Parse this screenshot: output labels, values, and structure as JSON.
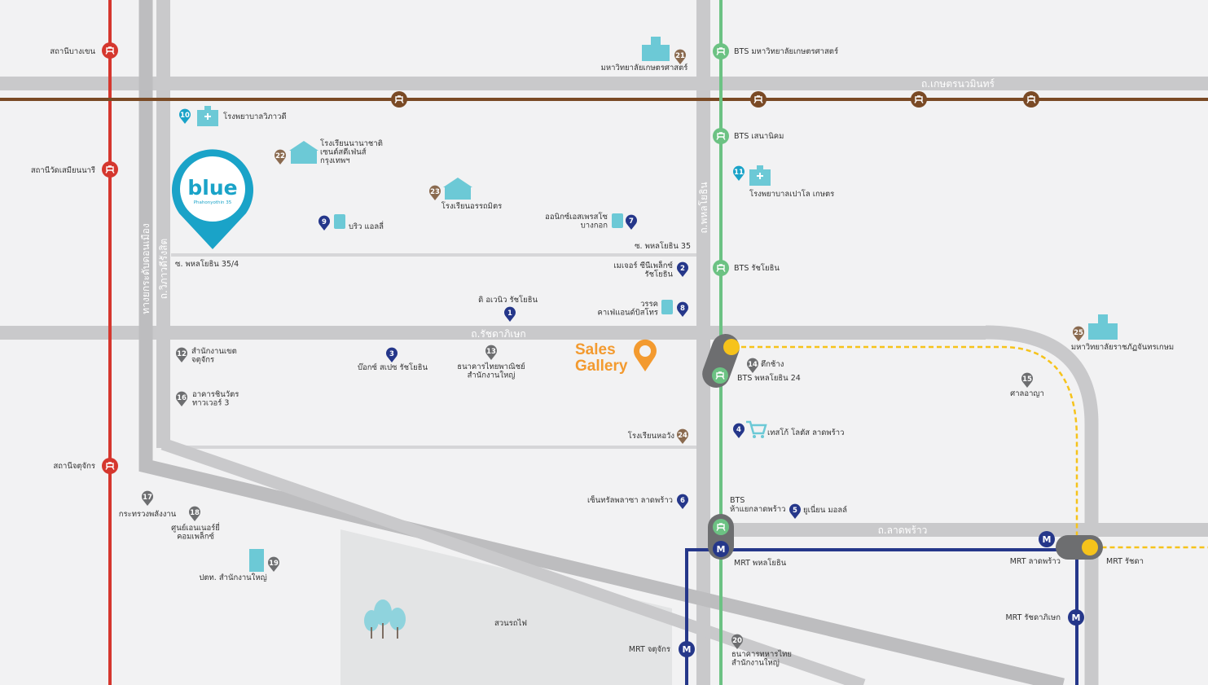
{
  "colors": {
    "background": "#f2f2f3",
    "road": "#c9c9cb",
    "road_edge": "#bdbdbf",
    "line_red": "#d5372e",
    "line_brown": "#7a4a25",
    "line_green": "#6cc283",
    "line_blue": "#25378a",
    "line_yellow": "#f6c31b",
    "brand_teal": "#1aa3c8",
    "icon_teal": "#6cc9d6",
    "sales": "#f39a2f",
    "park": "#e3e4e5"
  },
  "brand": {
    "name": "blue",
    "tagline": "Phahonyothin 35"
  },
  "sales_gallery": {
    "line1": "Sales",
    "line2": "Gallery"
  },
  "roads": {
    "kaset_nawamin": "ถ.เกษตรนวมินทร์",
    "ratchadaphisek": "ถ.รัชดาภิเษก",
    "lat_phrao": "ถ.ลาดพร้าว",
    "phahonyothin": "ถ.พหลโยธิน",
    "vibhavadi": "ถ.วิภาวดีรังสิต",
    "don_mueang_tollway": "ทางยกระดับดอนเมือง",
    "soi_35_4": "ซ. พหลโยธิน 35/4",
    "soi_35": "ซ. พหลโยธิน 35"
  },
  "stations": {
    "bang_khen": "สถานีบางเขน",
    "wat_samian_nari": "สถานีวัดเสมียนนารี",
    "chatuchak_srt": "สถานีจตุจักร",
    "bts_kasetsart": "BTS มหาวิทยาลัยเกษตรศาสตร์",
    "bts_sena_nikhom": "BTS เสนานิคม",
    "bts_ratchayothin": "BTS รัชโยธิน",
    "bts_phahon24": "BTS  พหลโยธิน 24",
    "bts_ha_yaek": "BTS\nห้าแยกลาดพร้าว",
    "mrt_phahon": "MRT พหลโยธิน",
    "mrt_lat_phrao": "MRT ลาดพร้าว",
    "mrt_ratchada": "MRT รัชดา",
    "mrt_ratchadaphisek": "MRT รัชดาภิเษก",
    "mrt_chatuchak": "MRT  จตุจักร"
  },
  "landmarks": {
    "p1": "ดิ อเวนิว รัชโยธิน",
    "p2": "เมเจอร์ ซีนีเพล็กซ์\nรัชโยธิน",
    "p3": "บ๊อกซ์ สเปซ รัชโยธิน",
    "p4": "เทสโก้ โลตัส ลาดพร้าว",
    "p5": "ยูเนี่ยน มอลล์",
    "p6": "เซ็นทรัลพลาซา ลาดพร้าว",
    "p7": "ออนิกซ์เอสเพรสโซ\nบางกอก",
    "p8": "วรรค\nคาเฟ่แอนด์บิสโทร",
    "p9": "บริว แอลลี่",
    "p10": "โรงพยาบาลวิภาวดี",
    "p11": "โรงพยาบาลเปาโล เกษตร",
    "p12": "สำนักงานเขต\nจตุจักร",
    "p13": "ธนาคารไทยพาณิชย์\nสำนักงานใหญ่",
    "p14": "ตึกช้าง",
    "p15": "ศาลอาญา",
    "p16": "อาคารชินวัตร\nทาวเวอร์ 3",
    "p17": "กระทรวงพลังงาน",
    "p18": "ศูนย์เอนเนอร์ยี่\nคอมเพล็กซ์",
    "p19": "ปตท. สำนักงานใหญ่",
    "p20": "ธนาคารทหารไทย\nสำนักงานใหญ่",
    "p21": "มหาวิทยาลัยเกษตรศาสตร์",
    "p22": "โรงเรียนนานาชาติ\nเซนต์สตีเฟ่นส์\nกรุงเทพฯ",
    "p23": "โรงเรียนอรรถมิตร",
    "p24": "โรงเรียนหอวัง",
    "p25": "มหาวิทยาลัยราชภัฏจันทรเกษม",
    "park": "สวนรถไฟ"
  },
  "pins": {
    "n1": "1",
    "n2": "2",
    "n3": "3",
    "n4": "4",
    "n5": "5",
    "n6": "6",
    "n7": "7",
    "n8": "8",
    "n9": "9",
    "n10": "10",
    "n11": "11",
    "n12": "12",
    "n13": "13",
    "n14": "14",
    "n15": "15",
    "n16": "16",
    "n17": "17",
    "n18": "18",
    "n19": "19",
    "n20": "20",
    "n21": "21",
    "n22": "22",
    "n23": "23",
    "n24": "24",
    "n25": "25"
  },
  "icons": {
    "rail_station": "train-station-icon",
    "mrt": "mrt-m-icon",
    "hospital": "hospital-icon",
    "school": "school-icon",
    "cafe": "coffee-cup-icon",
    "shop": "shopping-cart-icon",
    "office": "office-building-icon",
    "tree": "tree-icon",
    "location": "location-pin-icon"
  }
}
